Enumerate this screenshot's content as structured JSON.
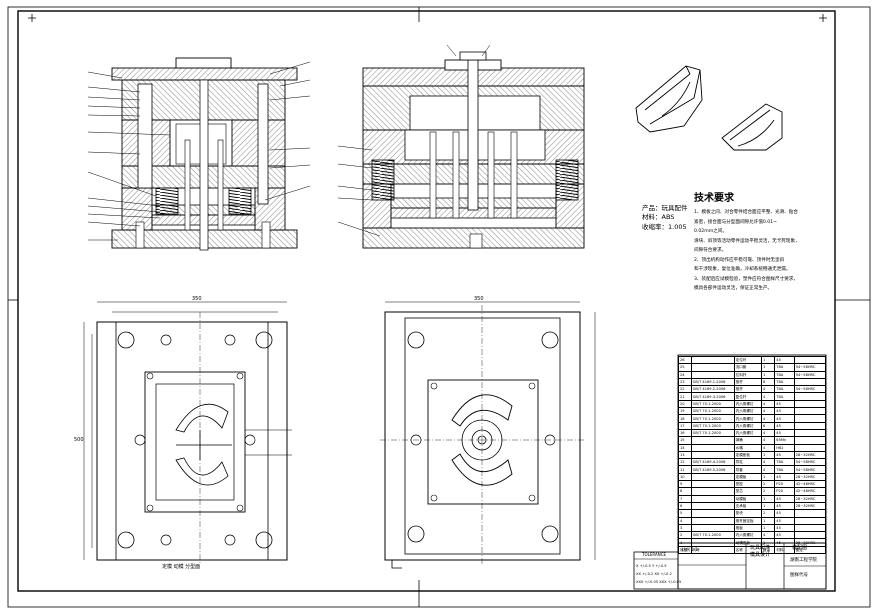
{
  "product_info": {
    "product_label": "产品：",
    "product_name": "玩具配件",
    "material_label": "材料：",
    "material_value": "ABS",
    "shrink_label": "收缩率：",
    "shrink_value": "1.005"
  },
  "technical_requirements": {
    "title": "技术要求",
    "lines": [
      "1、模板之间、对合零件结合面应平整、光滑、贴合",
      "紧密，接合面与分型面间隙允许值0.01~",
      "0.02mm之间。",
      "滑块、斜顶等活动零件运动平稳灵活，无卡死现象，",
      "间隙符合要求。",
      "2、顶出机构动作应平稳可靠、顶件时无歪斜",
      "和干涉现象，复位准确，冷却系统畅通无泄漏。",
      "3、装配后应试模检验，塑件应符合图样尺寸要求，",
      "模具各部件运动灵活，保证正常生产。"
    ]
  },
  "bom": {
    "header": [
      "序号",
      "代号",
      "名称",
      "数量",
      "材料",
      "备注"
    ],
    "rows": [
      [
        "26",
        "",
        "定位环",
        "1",
        "45",
        ""
      ],
      [
        "25",
        "",
        "浇口套",
        "1",
        "T8A",
        "54~58HRC"
      ],
      [
        "24",
        "",
        "拉料杆",
        "1",
        "T8A",
        "54~58HRC"
      ],
      [
        "23",
        "GB/T 4169.1-2006",
        "推杆",
        "8",
        "T8A",
        ""
      ],
      [
        "22",
        "GB/T 4169.2-2006",
        "推杆",
        "4",
        "T8A",
        "54~58HRC"
      ],
      [
        "21",
        "GB/T 4169.3-2006",
        "复位杆",
        "4",
        "T8A",
        ""
      ],
      [
        "20",
        "GB/T 70.1-2000",
        "内六角螺钉",
        "4",
        "45",
        ""
      ],
      [
        "19",
        "GB/T 70.1-2000",
        "内六角螺钉",
        "4",
        "45",
        ""
      ],
      [
        "18",
        "GB/T 70.1-2000",
        "内六角螺钉",
        "4",
        "45",
        ""
      ],
      [
        "17",
        "GB/T 70.1-2000",
        "内六角螺钉",
        "6",
        "45",
        ""
      ],
      [
        "16",
        "GB/T 70.1-2000",
        "内六角螺钉",
        "4",
        "45",
        ""
      ],
      [
        "15",
        "",
        "弹簧",
        "4",
        "65Mn",
        ""
      ],
      [
        "14",
        "",
        "水嘴",
        "4",
        "H62",
        ""
      ],
      [
        "13",
        "",
        "定模座板",
        "1",
        "45",
        "28~32HRC"
      ],
      [
        "12",
        "GB/T 4169.4-2006",
        "导柱",
        "4",
        "T8A",
        "54~58HRC"
      ],
      [
        "11",
        "GB/T 4169.5-2006",
        "导套",
        "4",
        "T8A",
        "54~58HRC"
      ],
      [
        "10",
        "",
        "定模板",
        "1",
        "45",
        "28~32HRC"
      ],
      [
        "9",
        "",
        "型腔",
        "2",
        "P20",
        "42~46HRC"
      ],
      [
        "8",
        "",
        "型芯",
        "2",
        "P20",
        "42~46HRC"
      ],
      [
        "7",
        "",
        "动模板",
        "1",
        "45",
        "28~32HRC"
      ],
      [
        "6",
        "",
        "支承板",
        "1",
        "45",
        "28~32HRC"
      ],
      [
        "5",
        "",
        "垫块",
        "2",
        "45",
        ""
      ],
      [
        "4",
        "",
        "推杆固定板",
        "1",
        "45",
        ""
      ],
      [
        "3",
        "",
        "推板",
        "1",
        "45",
        ""
      ],
      [
        "2",
        "GB/T 70.1-2000",
        "内六角螺钉",
        "4",
        "45",
        ""
      ],
      [
        "1",
        "",
        "动模座板",
        "1",
        "45",
        "28~32HRC"
      ]
    ],
    "footer": [
      "序号",
      "代号",
      "名称",
      "数量",
      "材料",
      "备注"
    ]
  },
  "title_block": {
    "design_title_1": "玩具配件",
    "design_title_2": "模具设计",
    "drawing_type": "装配图",
    "school": "湖南工程学院",
    "drawing_no": "图样代号",
    "scale_row": "比例 1:1"
  },
  "tolerance_block": {
    "title": "TOLERANCE",
    "rows": [
      "X  +/-0.5    Y  +/-0.5",
      "XX +/-0.2   XX +/-0.2",
      "XXX +/-0.05  XXX +/-0.05"
    ]
  },
  "plan_views": {
    "left_overall_width": "350",
    "left_overall_height": "500",
    "left_caption": "定模 动模 分型面",
    "right_overall_width": "350"
  },
  "colors": {
    "line": "#000000",
    "hatch": "#444444",
    "paper": "#ffffff"
  }
}
